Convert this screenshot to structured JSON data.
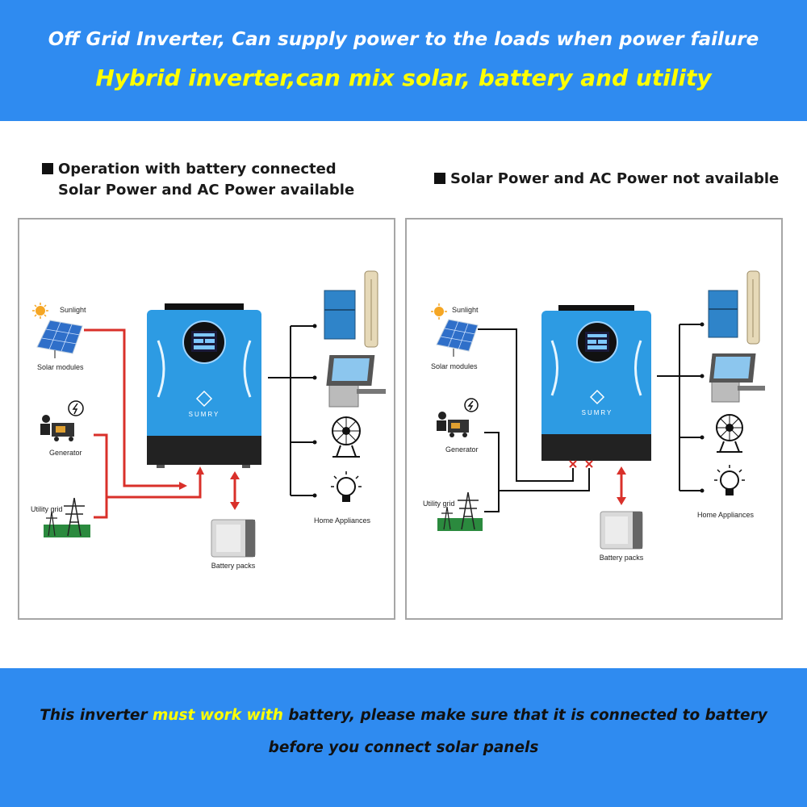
{
  "header": {
    "line1": "Off Grid Inverter, Can supply power to the loads when power failure",
    "line2": "Hybrid inverter,can mix solar, battery and utility"
  },
  "panels": [
    {
      "heading_line1": "Operation with battery connected",
      "heading_line2": "Solar Power and AC Power available",
      "sunlight": "Sunlight",
      "solar": "Solar modules",
      "generator": "Generator",
      "utility": "Utility grid",
      "battery": "Battery packs",
      "appliances": "Home Appliances",
      "brand": "SUMRY"
    },
    {
      "heading_line1": "Solar Power and AC Power not available",
      "sunlight": "Sunlight",
      "solar": "Solar modules",
      "generator": "Generator",
      "utility": "Utility grid",
      "battery": "Battery packs",
      "appliances": "Home Appliances",
      "brand": "SUMRY"
    }
  ],
  "footer": {
    "part1": "This inverter ",
    "part2": "must work with",
    "part3": " battery, please make sure that it is connected to battery",
    "line2": "before you connect solar panels"
  },
  "colors": {
    "banner": "#2f8bf0",
    "active_line": "#d9302a",
    "inactive_line": "#111111",
    "inverter_body": "#2d9be3",
    "highlight_text": "#ffff00"
  }
}
